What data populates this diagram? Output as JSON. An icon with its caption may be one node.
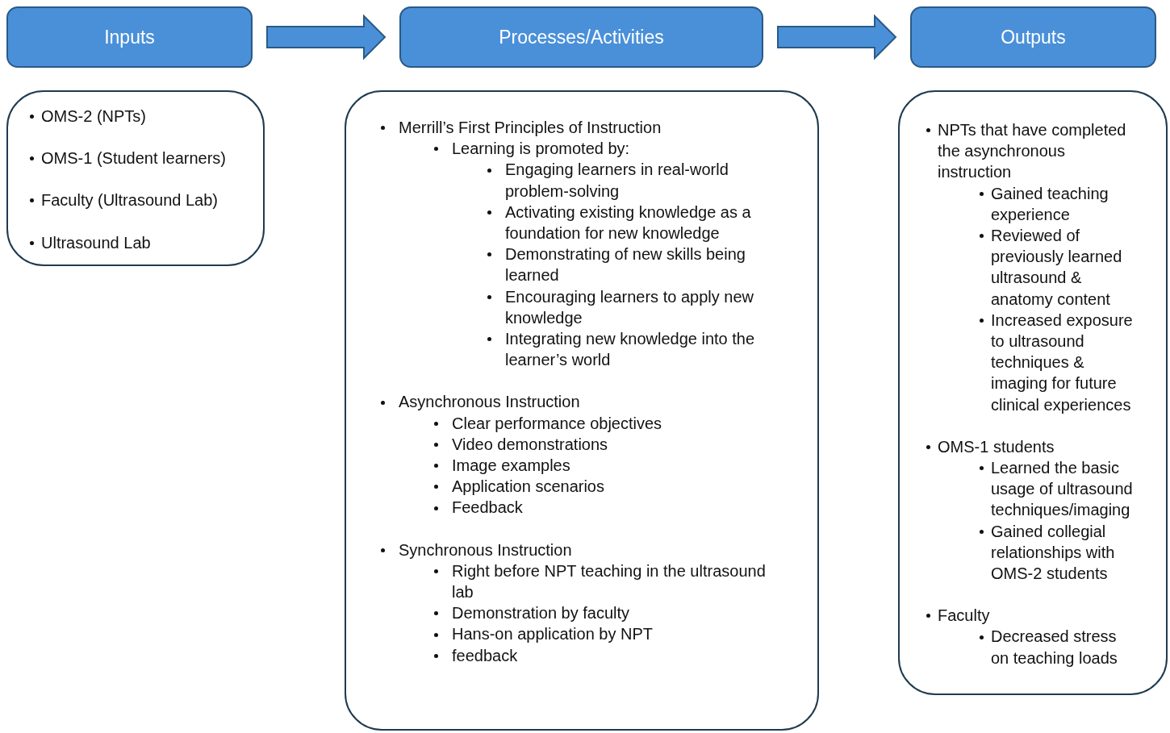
{
  "diagram": {
    "nodes": [
      {
        "text": [
          "Inputs"
        ]
      },
      {
        "text": [
          "Processes/Activities"
        ]
      },
      {
        "text": [
          "Outputs"
        ]
      },
      {
        "text": [
          "OMS-2 (NPTs)",
          "OMS-1 (Student learners)",
          "Faculty (Ultrasound Lab)",
          "Ultrasound Lab"
        ]
      },
      {
        "text": [
          "Merrill’s First Principles of Instruction",
          "Learning is promoted by:",
          "Engaging learners in real-world problem-solving",
          "Activating existing knowledge as a foundation for new knowledge",
          "Demonstrating of new skills being learned",
          "Encouraging learners to apply new knowledge",
          "Integrating new knowledge into the learner’s world",
          "Asynchronous Instruction",
          "Clear performance objectives",
          "Video demonstrations",
          "Image examples",
          "Application scenarios",
          "Feedback",
          "Synchronous Instruction",
          "Right before NPT teaching in the ultrasound lab",
          "Demonstration by faculty",
          "Hans-on application by NPT",
          "feedback"
        ]
      },
      {
        "text": [
          "NPTs that have completed the asynchronous instruction",
          "Gained teaching experience",
          "Reviewed of previously learned ultrasound & anatomy content",
          "Increased exposure to ultrasound techniques & imaging for future clinical experiences",
          "OMS-1 students",
          "Learned the basic usage of ultrasound techniques/imaging",
          "Gained collegial relationships with OMS-2 students",
          "Faculty",
          "Decreased stress on teaching loads"
        ]
      }
    ],
    "edges": [
      {
        "from": 0,
        "to": 1,
        "arrow": "to"
      },
      {
        "from": 1,
        "to": 2,
        "arrow": "to"
      }
    ]
  }
}
